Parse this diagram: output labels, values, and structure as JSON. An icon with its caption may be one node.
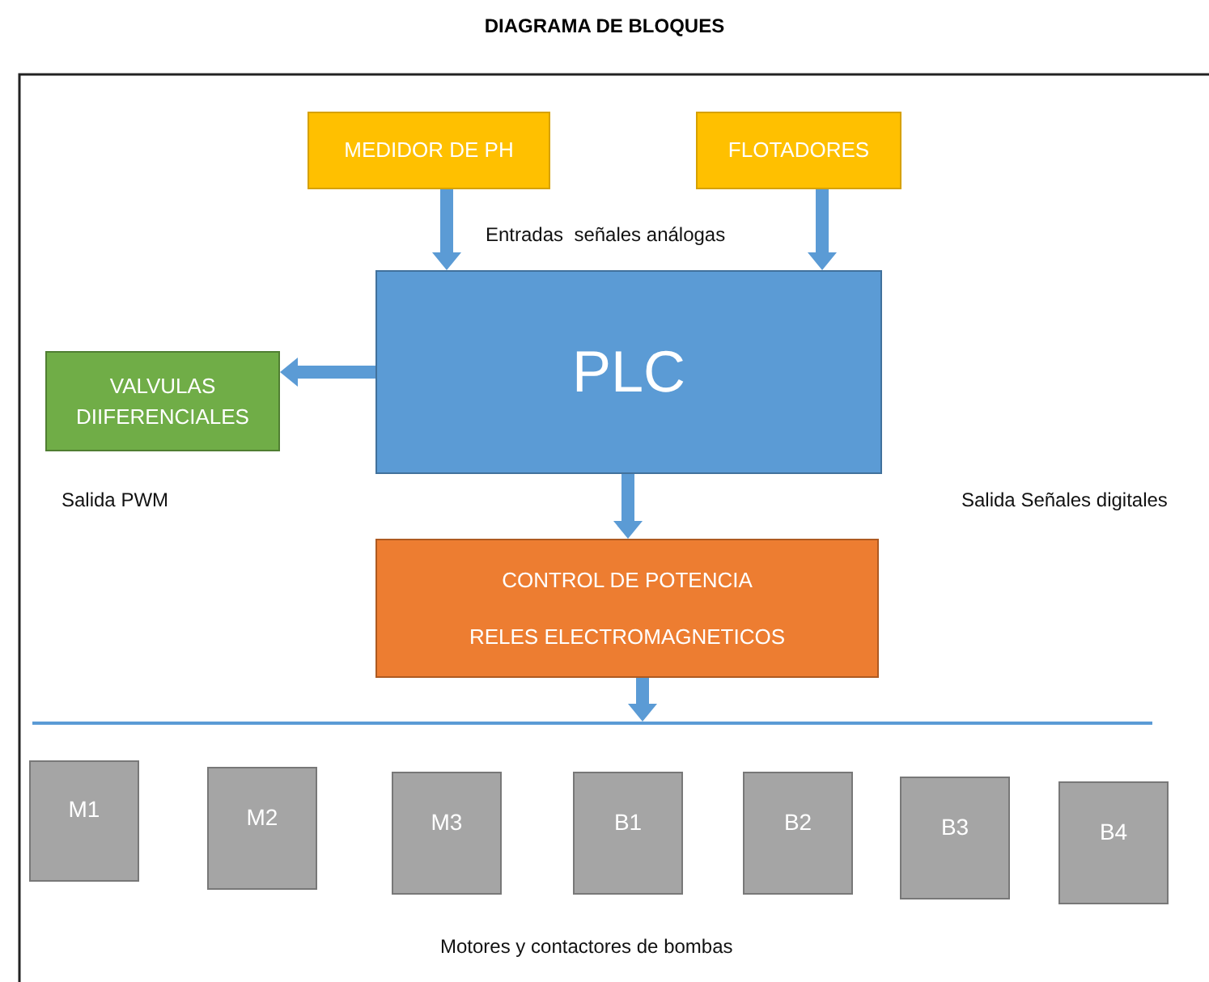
{
  "diagram": {
    "title": "DIAGRAMA DE BLOQUES",
    "nodes": [
      {
        "text": [
          "MEDIDOR DE PH"
        ]
      },
      {
        "text": [
          "FLOTADORES"
        ]
      },
      {
        "text": [
          "PLC"
        ]
      },
      {
        "text": [
          "VALVULAS DIIFERENCIALES"
        ]
      },
      {
        "text": [
          "CONTROL DE POTENCIA",
          "RELES ELECTROMAGNETICOS"
        ]
      },
      {
        "text": [],
        "shape": "bar"
      },
      {
        "text": [
          "M1"
        ]
      },
      {
        "text": [
          "M2"
        ]
      },
      {
        "text": [
          "M3"
        ]
      },
      {
        "text": [
          "B1"
        ]
      },
      {
        "text": [
          "B2"
        ]
      },
      {
        "text": [
          "B3"
        ]
      },
      {
        "text": [
          "B4"
        ]
      }
    ],
    "edges": [
      {
        "from": 0,
        "to": 2,
        "arrow": "to"
      },
      {
        "from": 1,
        "to": 2,
        "arrow": "to"
      },
      {
        "from": 2,
        "to": 3,
        "arrow": "to"
      },
      {
        "from": 2,
        "to": 4,
        "arrow": "to"
      },
      {
        "from": 4,
        "to": 5,
        "arrow": "to"
      }
    ],
    "labels": [
      "Entradas  señales análogas",
      "Salida PWM",
      "Salida Señales digitales",
      "Motores y contactores de bombas"
    ]
  }
}
